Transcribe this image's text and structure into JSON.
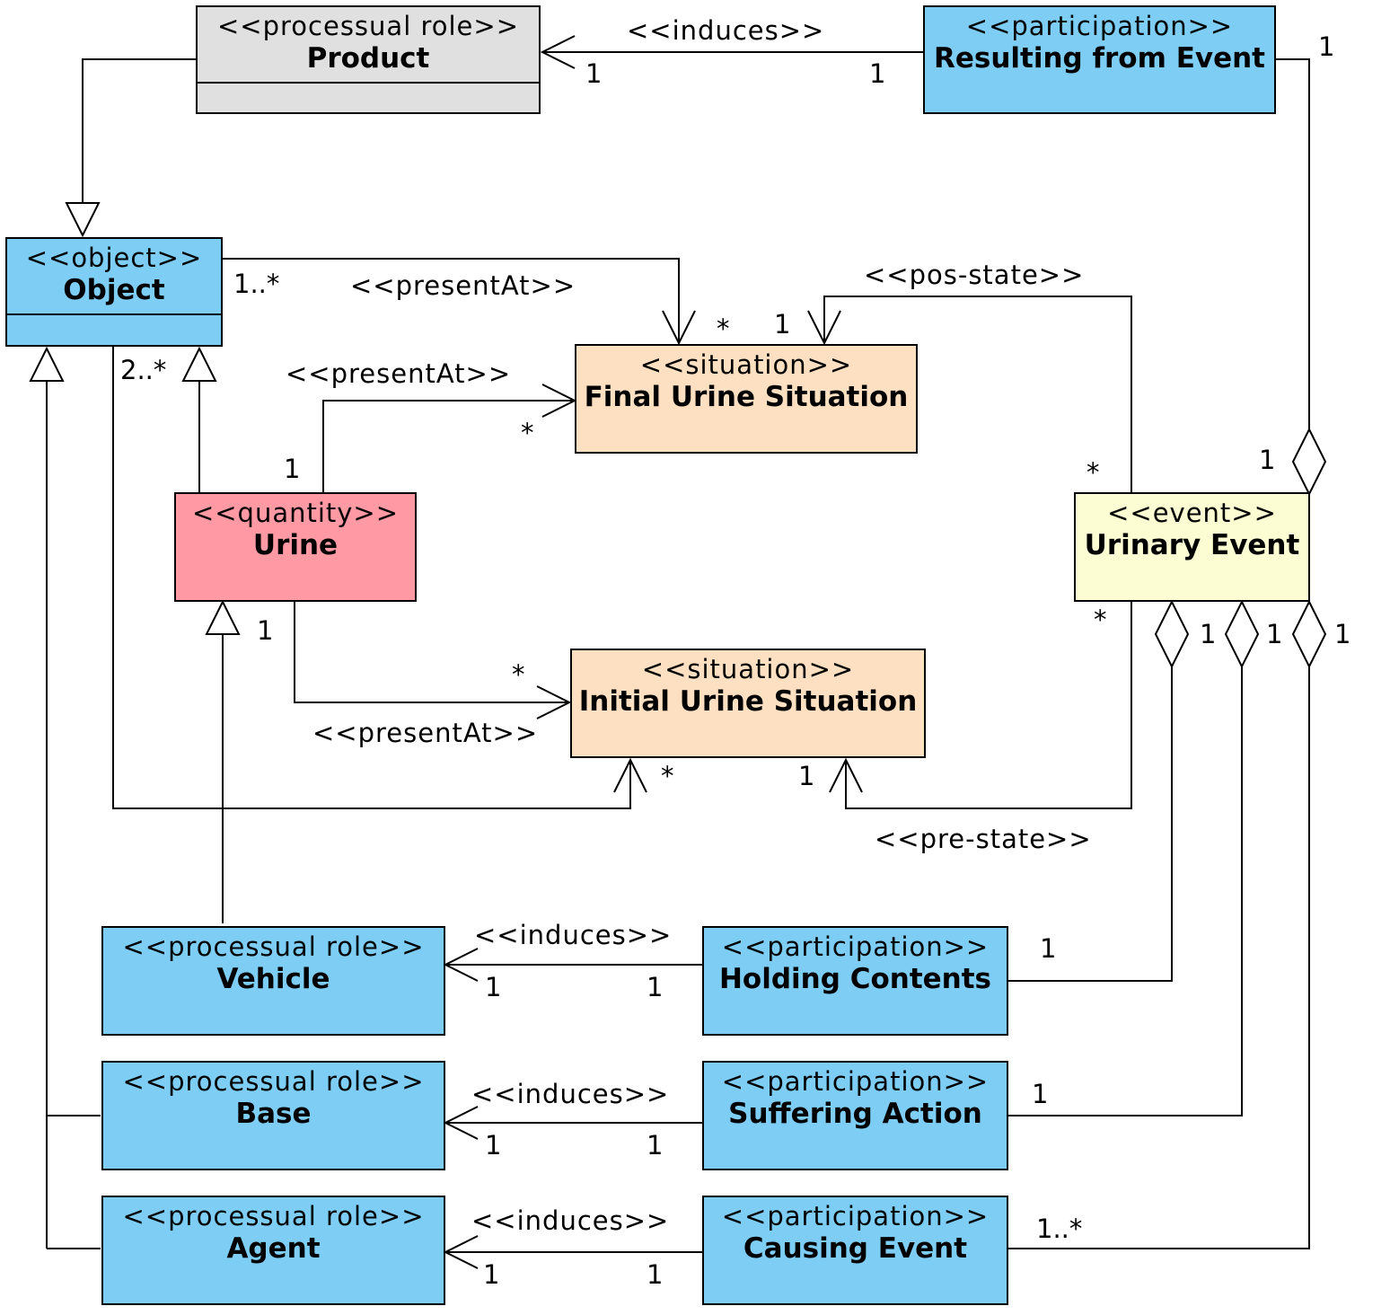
{
  "classes": {
    "product": {
      "stereotype": "<<processual role>>",
      "name": "Product",
      "color": "#e0e0e0"
    },
    "resulting": {
      "stereotype": "<<participation>>",
      "name": "Resulting from Event",
      "color": "#7dcdf4"
    },
    "object": {
      "stereotype": "<<object>>",
      "name": "Object",
      "color": "#7dcdf4"
    },
    "final_situation": {
      "stereotype": "<<situation>>",
      "name": "Final Urine Situation",
      "color": "#fde0c1"
    },
    "urine": {
      "stereotype": "<<quantity>>",
      "name": "Urine",
      "color": "#ff9aa5"
    },
    "urinary_event": {
      "stereotype": "<<event>>",
      "name": "Urinary Event",
      "color": "#fdfdd3"
    },
    "initial_situation": {
      "stereotype": "<<situation>>",
      "name": "Initial Urine Situation",
      "color": "#fde0c1"
    },
    "vehicle": {
      "stereotype": "<<processual role>>",
      "name": "Vehicle",
      "color": "#7dcdf4"
    },
    "holding": {
      "stereotype": "<<participation>>",
      "name": "Holding Contents",
      "color": "#7dcdf4"
    },
    "base": {
      "stereotype": "<<processual role>>",
      "name": "Base",
      "color": "#7dcdf4"
    },
    "suffering": {
      "stereotype": "<<participation>>",
      "name": "Suffering Action",
      "color": "#7dcdf4"
    },
    "agent": {
      "stereotype": "<<processual role>>",
      "name": "Agent",
      "color": "#7dcdf4"
    },
    "causing": {
      "stereotype": "<<participation>>",
      "name": "Causing Event",
      "color": "#7dcdf4"
    }
  },
  "relations": {
    "induces_product": "<<induces>>",
    "present_at_object_final": "<<presentAt>>",
    "pos_state": "<<pos-state>>",
    "present_at_urine_final": "<<presentAt>>",
    "present_at_urine_initial": "<<presentAt>>",
    "pre_state": "<<pre-state>>",
    "induces_vehicle": "<<induces>>",
    "induces_base": "<<induces>>",
    "induces_agent": "<<induces>>"
  },
  "multiplicities": {
    "product_end": "1",
    "resulting_end": "1",
    "resulting_event_end": "1",
    "object_final_src": "1..*",
    "object_final_tgt": "*",
    "posstate_tgt": "1",
    "posstate_src": "*",
    "object_initial_src": "2..*",
    "urine_final_src": "1",
    "urine_final_tgt": "*",
    "urine_initial_src": "1",
    "urine_initial_tgt": "*",
    "object_initial_tgt": "*",
    "prestate_tgt": "1",
    "prestate_src": "*",
    "event_resulting": "1",
    "event_holding": "1",
    "event_suffering": "1",
    "event_causing": "1",
    "vehicle_end": "1",
    "holding_end": "1",
    "holding_event_end": "1",
    "base_end": "1",
    "suffering_end": "1",
    "suffering_event_end": "1",
    "agent_end": "1",
    "causing_end": "1",
    "causing_event_end": "1..*"
  }
}
